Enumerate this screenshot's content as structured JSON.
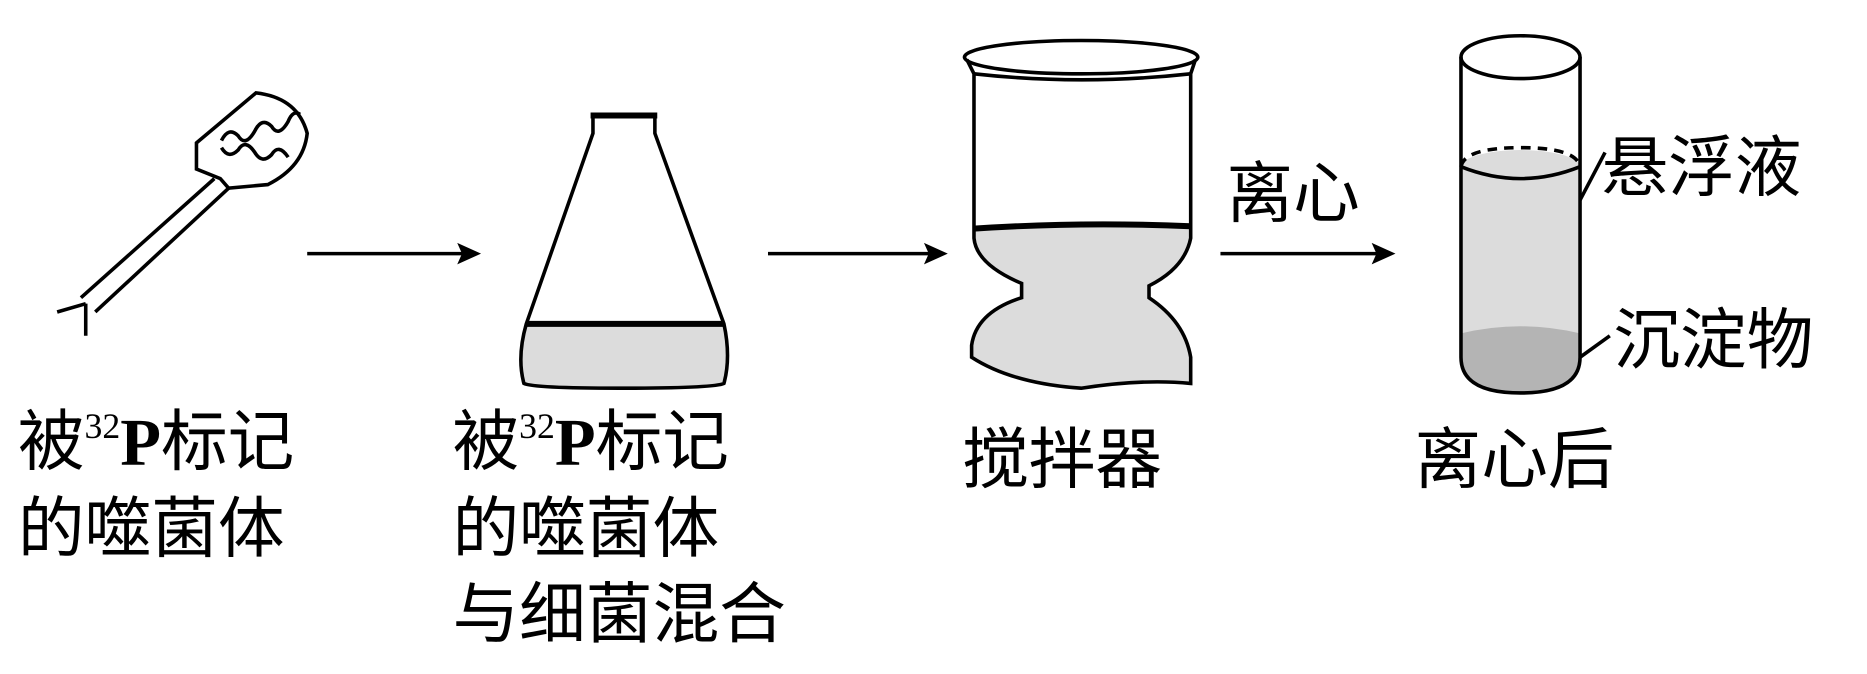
{
  "labels": {
    "step1_line1_prefix": "被",
    "step1_line1_sup": "32",
    "step1_line1_p": "P",
    "step1_line1_suffix": "标记",
    "step1_line2": "的噬菌体",
    "step2_line1_prefix": "被",
    "step2_line1_sup": "32",
    "step2_line1_p": "P",
    "step2_line1_suffix": "标记",
    "step2_line2": "的噬菌体",
    "step2_line3": "与细菌混合",
    "step3": "搅拌器",
    "arrow3_label": "离心",
    "step4": "离心后",
    "supernatant": "悬浮液",
    "precipitate": "沉淀物"
  },
  "colors": {
    "liquid": "#dcdcdc",
    "pellet": "#b4b4b4",
    "stroke": "#000000"
  }
}
